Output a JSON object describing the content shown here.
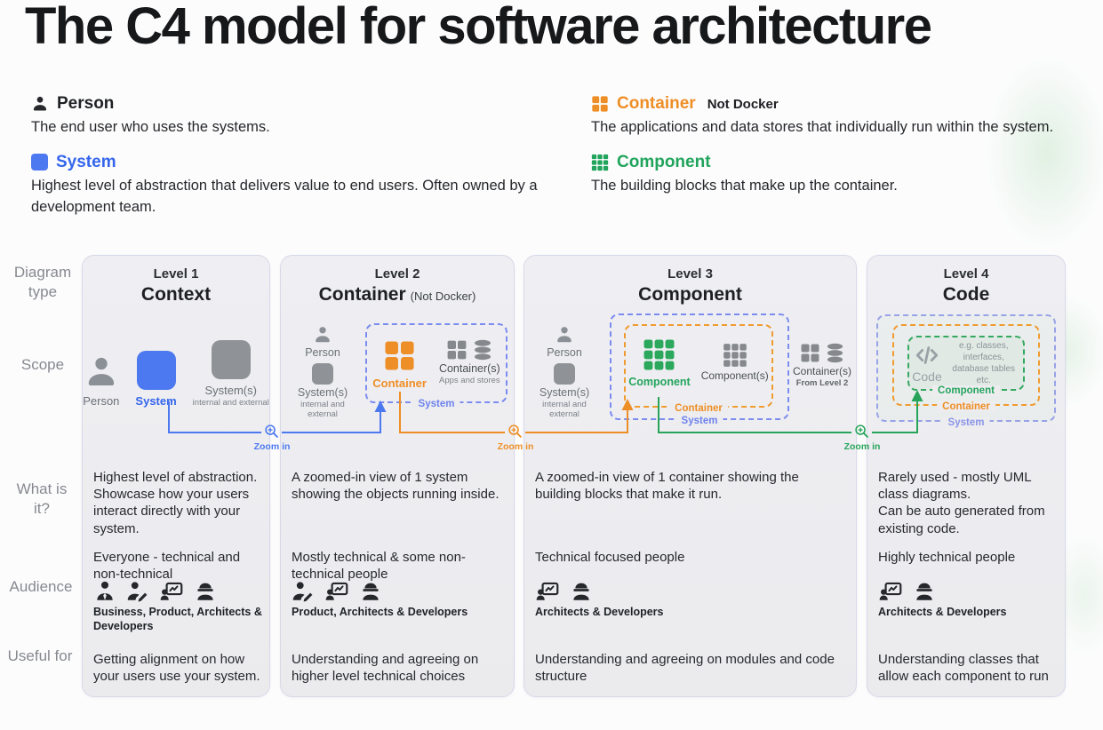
{
  "title": "The C4 model for software architecture",
  "legend": {
    "person": {
      "label": "Person",
      "desc": "The end user who uses the systems."
    },
    "system": {
      "label": "System",
      "desc": "Highest level of abstraction that delivers value to end users. Often owned by a development team."
    },
    "container": {
      "label": "Container",
      "note": "Not Docker",
      "desc": "The applications and data stores that individually run within the system."
    },
    "component": {
      "label": "Component",
      "desc": "The building blocks that make up the container."
    }
  },
  "row_labels": {
    "diagram_type": "Diagram type",
    "scope": "Scope",
    "what": "What is it?",
    "audience": "Audience",
    "useful": "Useful for"
  },
  "zoom_in_label": "Zoom in",
  "levels": [
    {
      "level": "Level 1",
      "title": "Context",
      "note": "",
      "scope": {
        "person": "Person",
        "system": "System",
        "systems": "System(s)",
        "systems_sub": "internal and external"
      },
      "what": "Highest level of abstraction. Showcase how your users interact directly with your system.",
      "audience": "Everyone - technical and non-technical",
      "audience_icons": [
        "business-person-icon",
        "product-person-icon",
        "presenter-icon",
        "engineer-icon"
      ],
      "roles": "Business, Product, Architects & Developers",
      "useful": "Getting alignment on how your users use your system."
    },
    {
      "level": "Level 2",
      "title": "Container",
      "note": "(Not Docker)",
      "scope": {
        "person": "Person",
        "systems": "System(s)",
        "systems_sub": "internal and external",
        "system_box": "System",
        "container": "Container",
        "containers": "Container(s)",
        "containers_sub": "Apps and stores"
      },
      "what": "A zoomed-in view of 1 system showing the objects running inside.",
      "audience": "Mostly technical & some non-technical people",
      "audience_icons": [
        "product-person-icon",
        "presenter-icon",
        "engineer-icon"
      ],
      "roles": "Product, Architects & Developers",
      "useful": "Understanding and agreeing on higher level technical choices"
    },
    {
      "level": "Level 3",
      "title": "Component",
      "note": "",
      "scope": {
        "person": "Person",
        "systems": "System(s)",
        "systems_sub": "internal and external",
        "system_box": "System",
        "container_box": "Container",
        "component": "Component",
        "components": "Component(s)",
        "containers": "Container(s)",
        "containers_sub": "From Level 2"
      },
      "what": "A zoomed-in view of 1 container showing the building blocks that make it run.",
      "audience": "Technical focused people",
      "audience_icons": [
        "presenter-icon",
        "engineer-icon"
      ],
      "roles": "Architects & Developers",
      "useful": "Understanding and agreeing on modules and code structure"
    },
    {
      "level": "Level 4",
      "title": "Code",
      "note": "",
      "scope": {
        "system_box": "System",
        "container_box": "Container",
        "component_box": "Component",
        "code": "Code",
        "code_note": "e.g. classes, interfaces, database tables etc."
      },
      "what": "Rarely used - mostly UML class diagrams.\nCan be auto generated from existing code.",
      "audience": "Highly technical people",
      "audience_icons": [
        "presenter-icon",
        "engineer-icon"
      ],
      "roles": "Architects & Developers",
      "useful": "Understanding classes that allow each component to run"
    }
  ],
  "colors": {
    "blue": "#4d79f0",
    "blue_text": "#3465ec",
    "blue_dash": "#7b8cf0",
    "purple_dash": "#99a2e8",
    "orange": "#ee8e26",
    "green": "#27a45a",
    "gray_icon": "#8f9397",
    "dark_icon": "#26282b"
  }
}
